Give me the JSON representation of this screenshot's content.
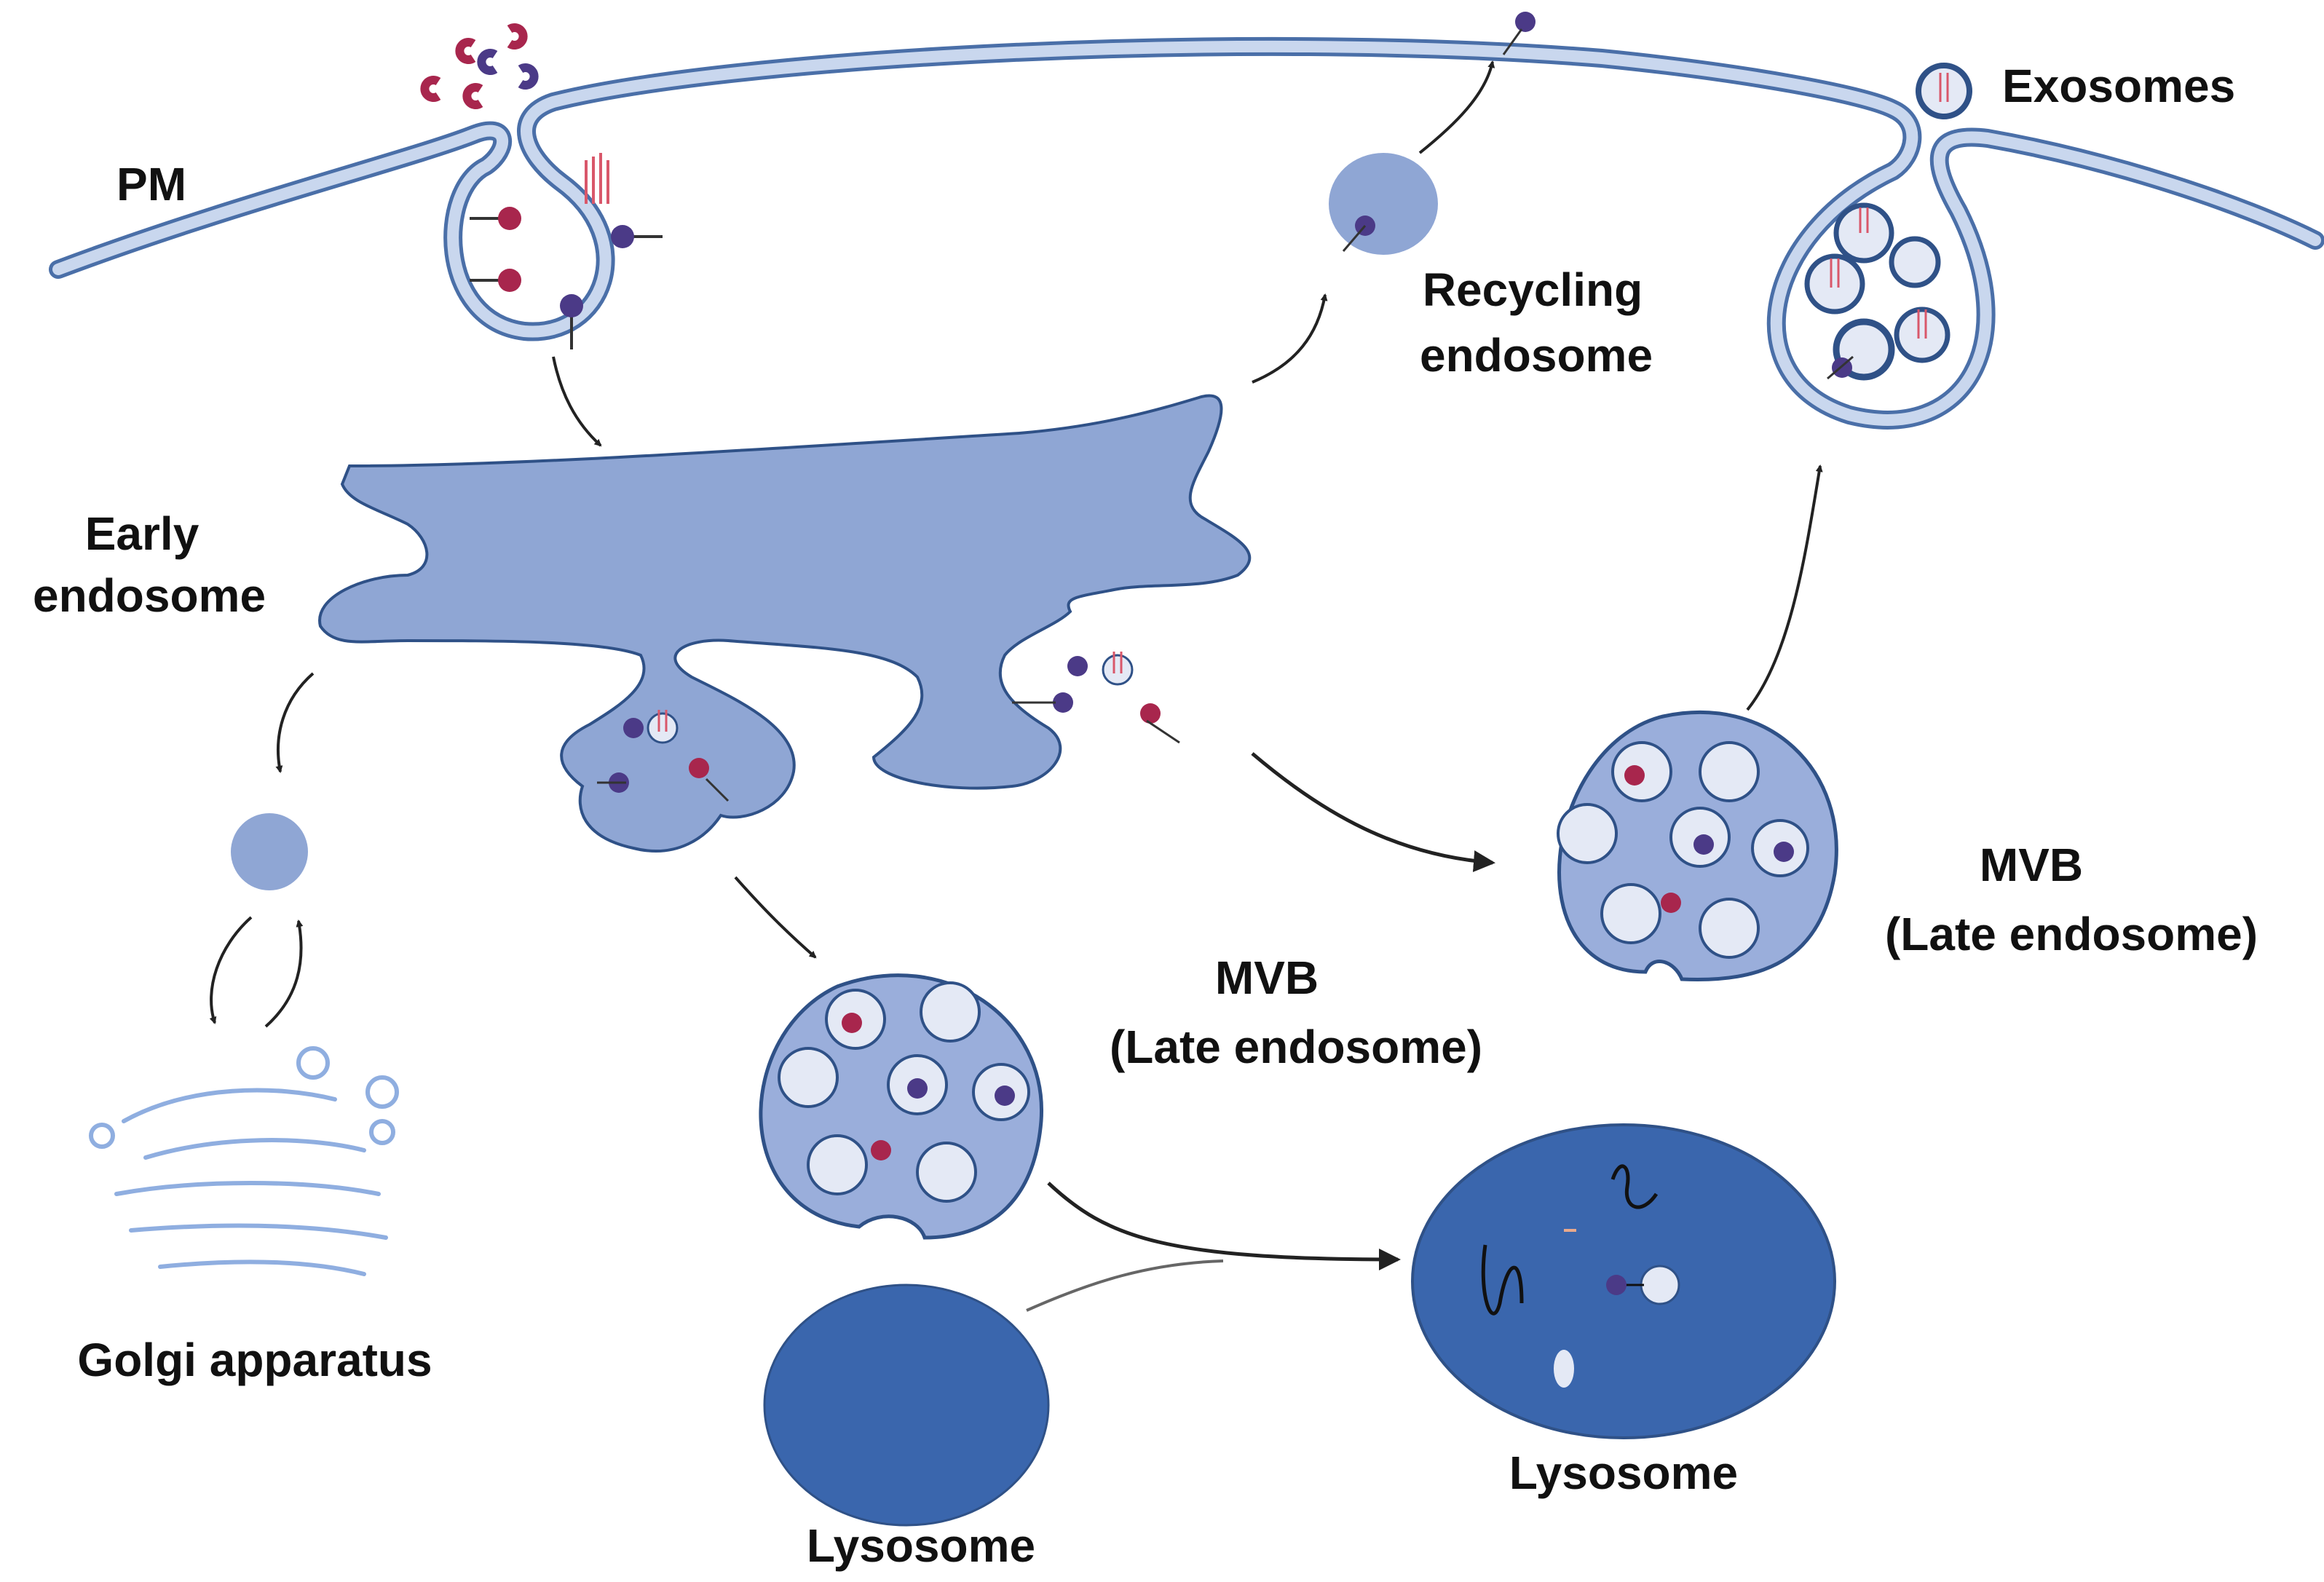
{
  "labels": {
    "pm": "PM",
    "exosomes": "Exosomes",
    "recycling_1": "Recycling",
    "recycling_2": "endosome",
    "early_1": "Early",
    "early_2": "endosome",
    "mvb_right_1": "MVB",
    "mvb_right_2": "(Late endosome)",
    "mvb_center_1": "MVB",
    "mvb_center_2": "(Late endosome)",
    "golgi": "Golgi apparatus",
    "lysosome_left": "Lysosome",
    "lysosome_right": "Lysosome"
  },
  "colors": {
    "membrane": "#a9bfe3",
    "membrane_edge": "#4a6fa8",
    "organelle_fill": "#8fa6d4",
    "organelle_edge": "#2f5187",
    "mvb_fill": "#9aaedb",
    "ilv_fill": "#e4e9f5",
    "lysosome": "#3a66ad",
    "receptor_red": "#a8264d",
    "receptor_purple": "#4b3a87",
    "tetraspanin": "#d9576a",
    "arrow": "#222222"
  }
}
